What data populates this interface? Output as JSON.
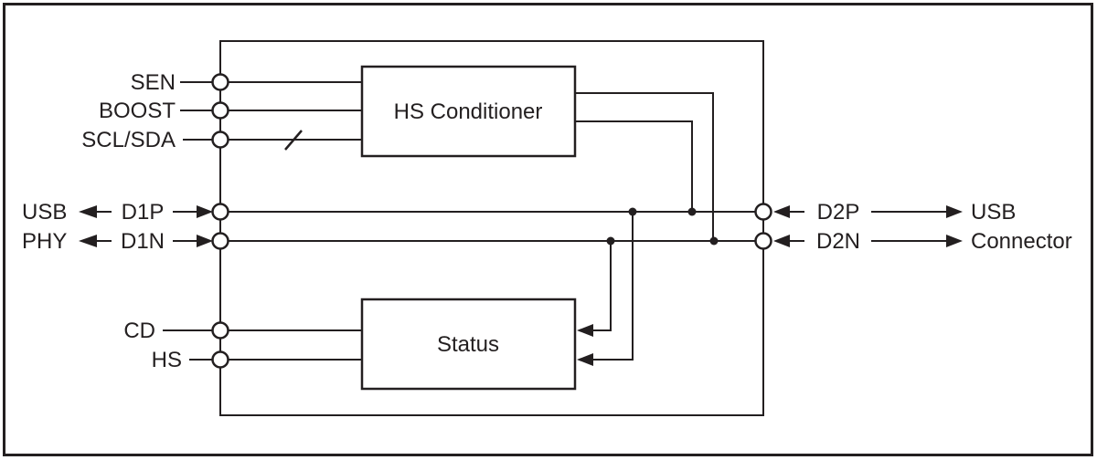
{
  "diagram": {
    "title_semantic": "USB high-speed conditioner functional block diagram",
    "colors": {
      "background": "#ffffff",
      "line": "#231f20",
      "text": "#231f20"
    },
    "blocks": {
      "hs_conditioner": "HS Conditioner",
      "status": "Status"
    },
    "pins": {
      "sen": "SEN",
      "boost": "BOOST",
      "scl_sda": "SCL/SDA",
      "d1p": "D1P",
      "d1n": "D1N",
      "cd": "CD",
      "hs": "HS",
      "d2p": "D2P",
      "d2n": "D2N"
    },
    "externals": {
      "left_top": "USB",
      "left_bottom": "PHY",
      "right_top": "USB",
      "right_bottom": "Connector"
    }
  }
}
